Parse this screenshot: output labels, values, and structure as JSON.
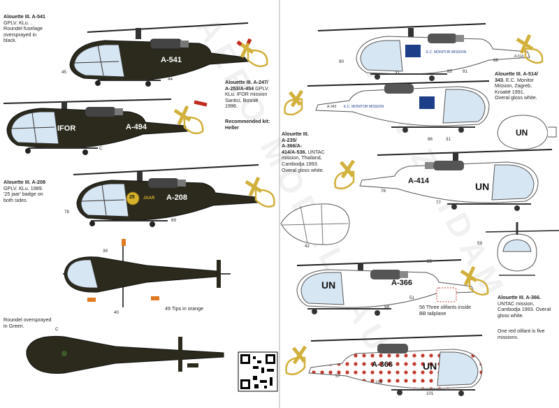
{
  "captions": {
    "a541": {
      "title": "Alouette III. A-541",
      "body": [
        "GPLV. KLu. .",
        "Roundel fuselage",
        "oversprayed in",
        "black."
      ]
    },
    "a247": {
      "title_lines": [
        "Alouette III. A-247/",
        "A-253/A-454"
      ],
      "body_first": " GPLV.",
      "body": [
        "KLu. IFOR mission",
        "Santici, Bosnië",
        "1996."
      ]
    },
    "kit": {
      "label_lines": [
        "Recommended kit:",
        "Heller"
      ]
    },
    "a208": {
      "title": "Alouette III. A-208",
      "body": [
        "GPLV. KLu. 1989.",
        "'25 jaar' badge on",
        "both sides."
      ]
    },
    "roundel_green": {
      "lines": [
        "Roundel oversprayed",
        "in Green."
      ]
    },
    "tips": {
      "text": "49 Tips in orange"
    },
    "a514": {
      "title_lines": [
        "Alouette III. A-514/",
        "343."
      ],
      "body_first": " E.C. Monitor",
      "body": [
        "Mission, Zagreb,",
        "Kroatië 1991.",
        "Overal gloss white."
      ]
    },
    "a235": {
      "title_lines": [
        "Alouette III.",
        "A-235/",
        "A-366/A-",
        "414/A-536."
      ],
      "body_first": " UNTAC",
      "body": [
        "mission, Thailand,",
        "Cambodja 1993.",
        "Overal gloss white."
      ]
    },
    "olifants": {
      "lines": [
        "56 Three olifants inside",
        "BB tailplane"
      ]
    },
    "a366": {
      "title": "Alouette III. A-366.",
      "body": [
        "UNTAC mission,",
        "Cambodja 1993. Overal",
        "gloss white."
      ]
    },
    "olifant_note": {
      "lines": [
        "One red olifant is five",
        "missions."
      ]
    }
  },
  "markings": {
    "a541": "A-541",
    "ifor": "IFOR",
    "a494": "A-494",
    "badge25": "25",
    "jaar": "JAAR",
    "a208": "A-208",
    "ec_monitor": "E.C. MONITOR MISSION",
    "a514_tail": "A-514",
    "a343": "A-343",
    "un": "UN",
    "a414": "A-414",
    "a366": "A-366"
  },
  "callouts": {
    "n45": "45",
    "n44": "44",
    "n39": "39",
    "n40": "40",
    "n69": "69",
    "n78": "78",
    "c1": "C",
    "c2": "C",
    "n90": "90",
    "n31a": "31",
    "n85": "85",
    "n91": "91",
    "n88": "88",
    "n86": "86",
    "n31b": "31",
    "n76": "76",
    "n77": "77",
    "n42": "42",
    "n59": "59",
    "n55": "55",
    "n51": "51",
    "n58": "58",
    "n57": "57",
    "n100": "100",
    "n101": "101"
  },
  "watermark": {
    "line1": "AERO MODELBAU",
    "line2": "VAN ZUIDAM"
  },
  "colors": {
    "dark_olive": "#2b2a1c",
    "white": "#ffffff",
    "window_blue": "#d7e6f3",
    "rotor_yellow": "#e3c94a",
    "rotor_red": "#c22b1f",
    "orange": "#e07b22",
    "olifant_red": "#c0392b"
  }
}
